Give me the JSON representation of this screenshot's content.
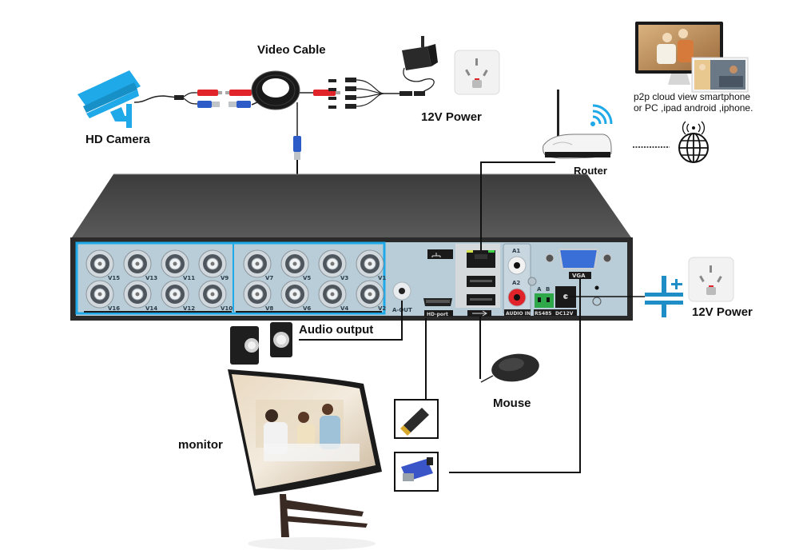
{
  "labels": {
    "video_cable": "Video Cable",
    "hd_camera": "HD Camera",
    "power_top": "12V Power",
    "router": "Router",
    "p2p_line1": "p2p cloud view smartphone",
    "p2p_line2": "or PC ,ipad android ,iphone.",
    "power_right": "12V Power",
    "audio_output": "Audio output",
    "mouse": "Mouse",
    "monitor": "monitor"
  },
  "dvr": {
    "video_inputs_top": [
      "V15",
      "V13",
      "V11",
      "V9",
      "V7",
      "V5",
      "V3",
      "V1"
    ],
    "video_inputs_bottom": [
      "V16",
      "V14",
      "V12",
      "V10",
      "V8",
      "V6",
      "V4",
      "V2"
    ],
    "ports": {
      "audio_out": "A-OUT",
      "hdmi": "HD-port",
      "usb": "USB",
      "audio_in_1": "A1",
      "audio_in_2": "A2",
      "audio_in": "AUDIO IN",
      "rs485_a": "A",
      "rs485_b": "B",
      "rs485": "RS485",
      "dc12v": "DC12V",
      "vga": "VGA"
    }
  },
  "colors": {
    "accent_blue": "#1fa9e8",
    "dvr_body": "#4a4a4a",
    "panel": "#b9cdd8",
    "vga_blue": "#3a6fd8",
    "red": "#e0242a",
    "green_term": "#2fa84a",
    "line": "#111111"
  }
}
